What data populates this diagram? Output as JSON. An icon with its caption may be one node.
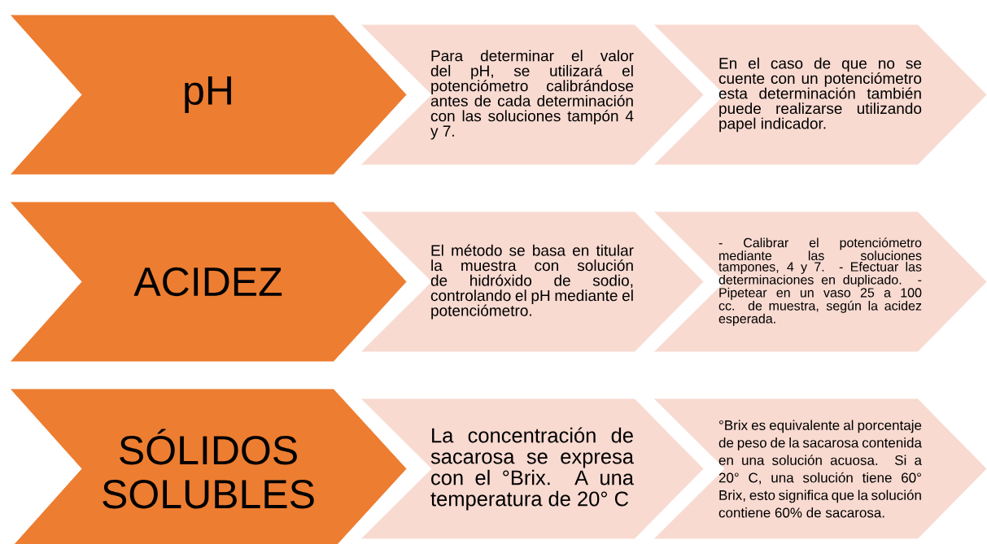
{
  "diagram": {
    "nodes": [
      {
        "text": [
          "pH"
        ]
      },
      {
        "text": [
          "Para determinar el valor del pH, se utilizará el potenciómetro calibrándose antes de cada determinación con las soluciones tampón 4 y 7."
        ]
      },
      {
        "text": [
          "En el caso de que no se cuente con un potenciómetro esta determinación también puede realizarse utilizando papel indicador."
        ]
      },
      {
        "text": [
          "ACIDEZ"
        ]
      },
      {
        "text": [
          "El método se basa en titular la muestra con solución de hidróxido de sodio, controlando el pH mediante el potenciómetro."
        ]
      },
      {
        "text": [
          "- Calibrar el potenciómetro mediante las soluciones tampones, 4 y 7. - Efectuar las determinaciones en duplicado. - Pipetear en un vaso 25 a 100 cc. de muestra, según la acidez esperada."
        ]
      },
      {
        "text": [
          "SÓLIDOS SOLUBLES"
        ]
      },
      {
        "text": [
          "La concentración de sacarosa se expresa con el °Brix. A una temperatura de 20° C"
        ]
      },
      {
        "text": [
          "°Brix es equivalente al porcentaje de peso de la sacarosa contenida en una solución acuosa. Si a 20° C, una solución tiene 60° Brix, esto significa que la solución contiene 60% de sacarosa."
        ]
      }
    ]
  }
}
